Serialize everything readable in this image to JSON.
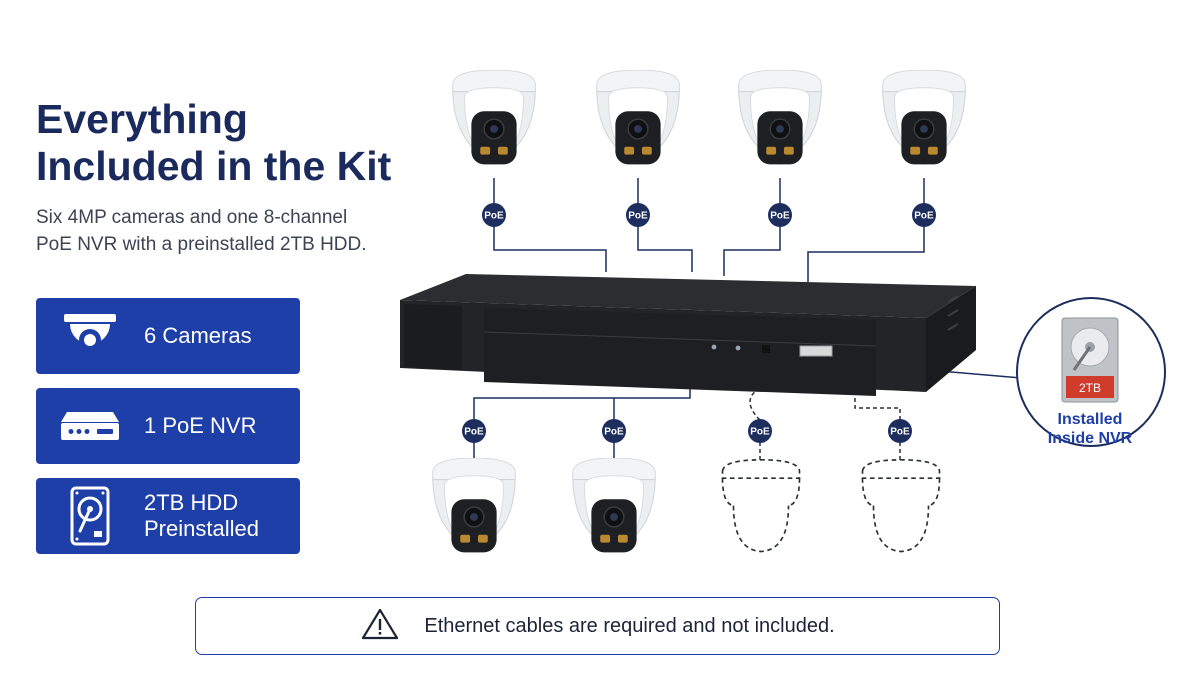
{
  "heading": {
    "title_line1": "Everything",
    "title_line2": "Included in the Kit",
    "subtitle_line1": "Six 4MP cameras and one 8-channel",
    "subtitle_line2": "PoE NVR with a preinstalled 2TB HDD."
  },
  "cards": [
    {
      "icon": "dome-camera-icon",
      "line1": "6 Cameras",
      "line2": ""
    },
    {
      "icon": "nvr-recorder-icon",
      "line1": "1 PoE NVR",
      "line2": ""
    },
    {
      "icon": "hard-drive-icon",
      "line1": "2TB HDD",
      "line2": "Preinstalled"
    }
  ],
  "poe_badge": "PoE",
  "hdd": {
    "drive_label": "2TB",
    "caption_line1": "Installed",
    "caption_line2": "Inside NVR"
  },
  "notice": {
    "icon": "warning-triangle-icon",
    "text": "Ethernet cables are required and not included."
  },
  "colors": {
    "navy": "#1a2a5c",
    "brand_blue": "#1f3fa8",
    "badge_navy": "#1c2d5e",
    "hdd_red": "#d13b2b"
  }
}
